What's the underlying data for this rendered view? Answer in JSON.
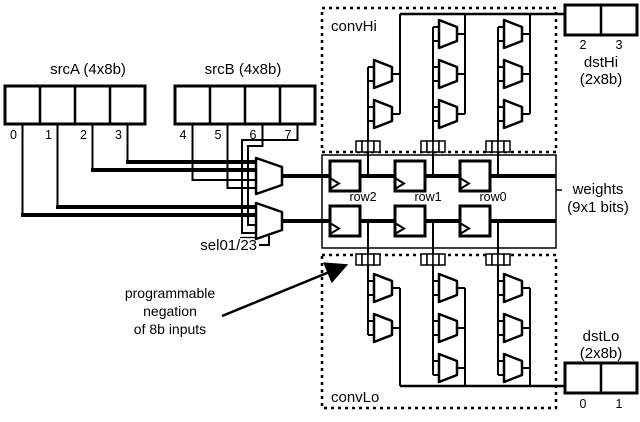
{
  "colors": {
    "ink": "#000000",
    "background": "#ffffff"
  },
  "srcA": {
    "title": "srcA (4x8b)",
    "cells": [
      "0",
      "1",
      "2",
      "3"
    ]
  },
  "srcB": {
    "title": "srcB (4x8b)",
    "cells": [
      "4",
      "5",
      "6",
      "7"
    ]
  },
  "dstHi": {
    "name": "dstHi",
    "size": "(2x8b)",
    "cells": [
      "2",
      "3"
    ]
  },
  "dstLo": {
    "name": "dstLo",
    "size": "(2x8b)",
    "cells": [
      "0",
      "1"
    ]
  },
  "convHi": {
    "label": "convHi"
  },
  "convLo": {
    "label": "convLo"
  },
  "weights": {
    "name": "weights",
    "size": "(9x1 bits)",
    "rows": [
      "row2",
      "row1",
      "row0"
    ]
  },
  "select": {
    "prefix": "sel01/",
    "negated": "23"
  },
  "note": {
    "lines": [
      "programmable",
      "negation",
      "of 8b inputs"
    ]
  }
}
